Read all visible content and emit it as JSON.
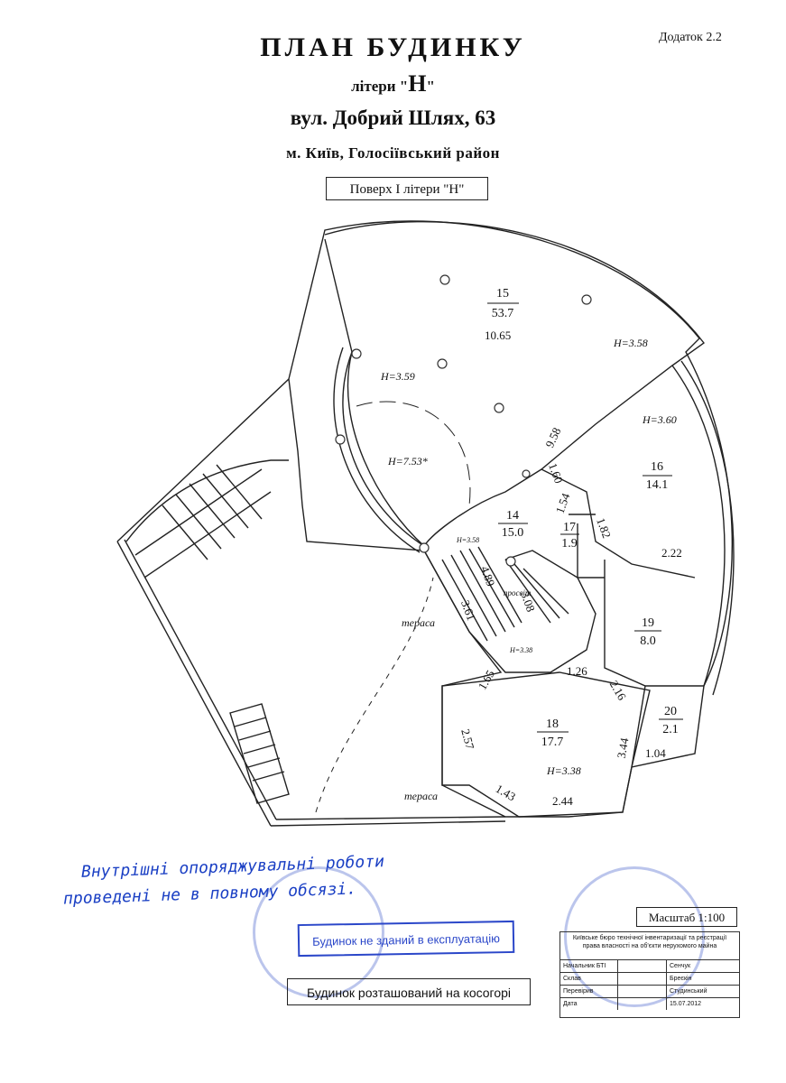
{
  "header": {
    "title": "ПЛАН БУДИНКУ",
    "letter_prefix": "літери \"",
    "letter": "Н",
    "letter_suffix": "\"",
    "address": "вул. Добрий Шлях, 63",
    "city": "м. Київ,  Голосіївський  район",
    "floor_label": "Поверх  І  літери \"Н\"",
    "appendix": "Додаток 2.2"
  },
  "rooms": [
    {
      "id": "15",
      "area": "53.7"
    },
    {
      "id": "16",
      "area": "14.1"
    },
    {
      "id": "14",
      "area": "15.0"
    },
    {
      "id": "17",
      "area": "1.9"
    },
    {
      "id": "19",
      "area": "8.0"
    },
    {
      "id": "18",
      "area": "17.7"
    },
    {
      "id": "20",
      "area": "2.1"
    }
  ],
  "heights": {
    "h1": "H=3.58",
    "h2": "H=3.59",
    "h3": "H=3.60",
    "h4": "H=7.53*",
    "h5": "H=3.58",
    "h6": "H=3.38",
    "h7": "H=3.38"
  },
  "dimensions": {
    "d1": "10.65",
    "d2": "9.58",
    "d3": "1.60",
    "d4": "1.54",
    "d5": "1.82",
    "d6": "2.22",
    "d7": "4.89",
    "d8": "3.61",
    "d9": "3.08",
    "d10": "1.65",
    "d11": "1.26",
    "d12": "2.16",
    "d13": "2.57",
    "d14": "3.44",
    "d15": "1.04",
    "d16": "1.43",
    "d17": "2.44"
  },
  "labels": {
    "terrace1": "тераса",
    "terrace2": "тераса",
    "void": "просвіт"
  },
  "notes": {
    "line1": "Внутрішні опоряджувальні роботи",
    "line2": "проведені не в повному обсязі."
  },
  "stamp_text": "Будинок не зданий в експлуатацію",
  "slope_text": "Будинок розташований на косогорі",
  "scale": "Масштаб 1:100",
  "bti": {
    "org": "Київське бюро технічної інвентаризації та реєстрації права власності на об'єкти нерухомого майна",
    "rows": [
      {
        "role": "Начальник БТІ",
        "name": "Сенчук"
      },
      {
        "role": "Склав",
        "name": "Бреєкін"
      },
      {
        "role": "Перевірив",
        "name": "Студинський"
      },
      {
        "role": "Дата",
        "name": "15.07.2012"
      }
    ]
  }
}
